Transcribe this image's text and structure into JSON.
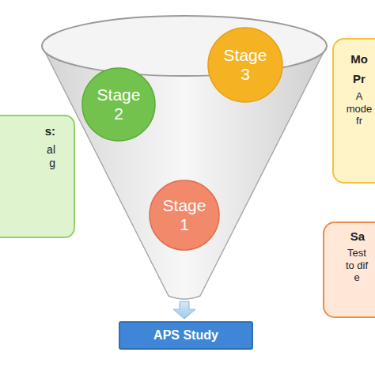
{
  "diagram": {
    "nodes": [
      {
        "text": [
          "s:",
          "al g"
        ]
      },
      {
        "text": [
          "Stage 3"
        ]
      },
      {
        "text": [
          "Stage 2"
        ]
      },
      {
        "text": [
          "Stage 1"
        ]
      },
      {
        "text": [
          "Mo",
          "Pr",
          "A mode fr"
        ]
      },
      {
        "text": [
          "Sa",
          "Test to dif e"
        ]
      },
      {
        "text": [
          "APS Study"
        ]
      }
    ]
  }
}
